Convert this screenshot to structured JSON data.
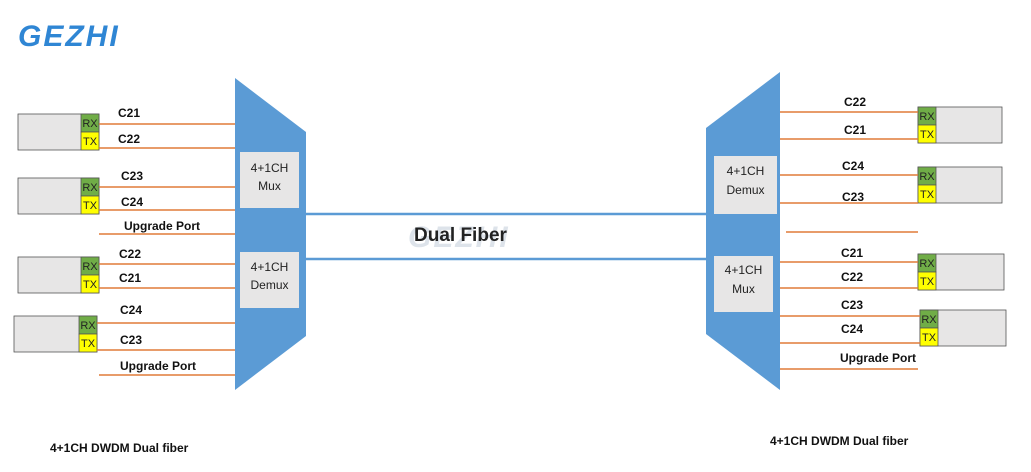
{
  "logo": "GEZHI",
  "watermark": "GEZHI",
  "fiber_label": "Dual Fiber",
  "left": {
    "mux_box": {
      "line1": "4+1CH",
      "line2": "Mux"
    },
    "demux_box": {
      "line1": "4+1CH",
      "line2": "Demux"
    },
    "caption": "4+1CH DWDM Dual fiber",
    "transceivers": [
      {
        "rx": "RX",
        "tx": "TX",
        "rx_label": "C21",
        "tx_label": "C22"
      },
      {
        "rx": "RX",
        "tx": "TX",
        "rx_label": "C23",
        "tx_label": "C24"
      },
      {
        "rx": "RX",
        "tx": "TX",
        "rx_label": "C22",
        "tx_label": "C21"
      },
      {
        "rx": "RX",
        "tx": "TX",
        "rx_label": "C24",
        "tx_label": "C23"
      }
    ],
    "upgrade_ports": [
      "Upgrade Port",
      "Upgrade Port"
    ]
  },
  "right": {
    "demux_box": {
      "line1": "4+1CH",
      "line2": "Demux"
    },
    "mux_box": {
      "line1": "4+1CH",
      "line2": "Mux"
    },
    "caption": "4+1CH DWDM Dual fiber",
    "transceivers": [
      {
        "rx": "RX",
        "tx": "TX",
        "rx_label": "C22",
        "tx_label": "C21"
      },
      {
        "rx": "RX",
        "tx": "TX",
        "rx_label": "C24",
        "tx_label": "C23"
      },
      {
        "rx": "RX",
        "tx": "TX",
        "rx_label": "C21",
        "tx_label": "C22"
      },
      {
        "rx": "RX",
        "tx": "TX",
        "rx_label": "C23",
        "tx_label": "C24"
      }
    ],
    "upgrade_ports": [
      "Upgrade Port"
    ]
  },
  "colors": {
    "device": "#5b9bd5",
    "fiber_line": "#e07b39",
    "trunk": "#5b9bd5",
    "rx_fill": "#70ad47",
    "tx_fill": "#ffff00",
    "module_fill": "#e7e6e6"
  }
}
